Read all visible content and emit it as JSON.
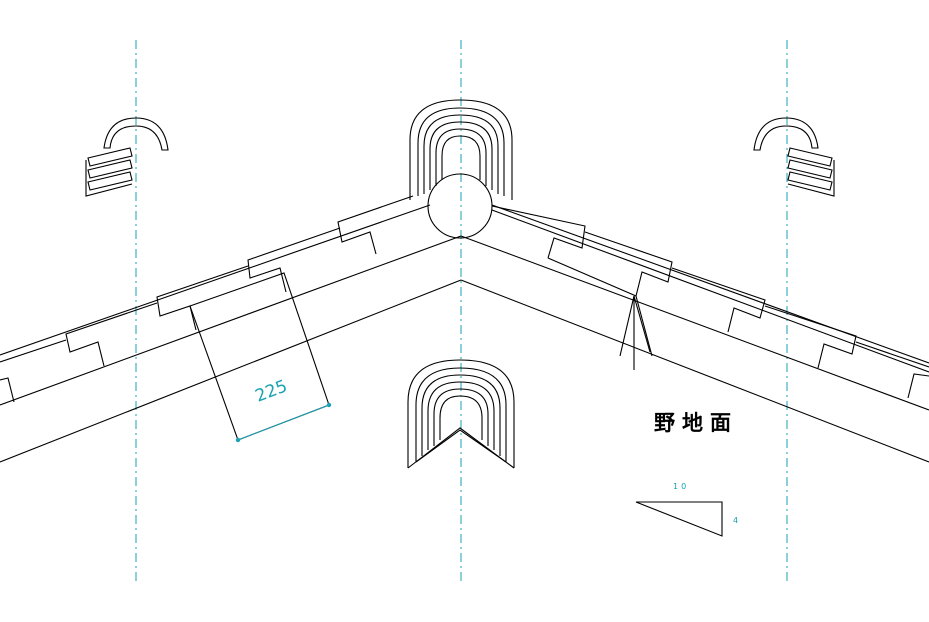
{
  "diagram": {
    "dimension_value": "225",
    "surface_label": "野地面",
    "slope_run": "10",
    "slope_rise": "4",
    "colors": {
      "line": "#000000",
      "centerline": "#19a2b4",
      "dimension": "#19a2b4"
    }
  }
}
